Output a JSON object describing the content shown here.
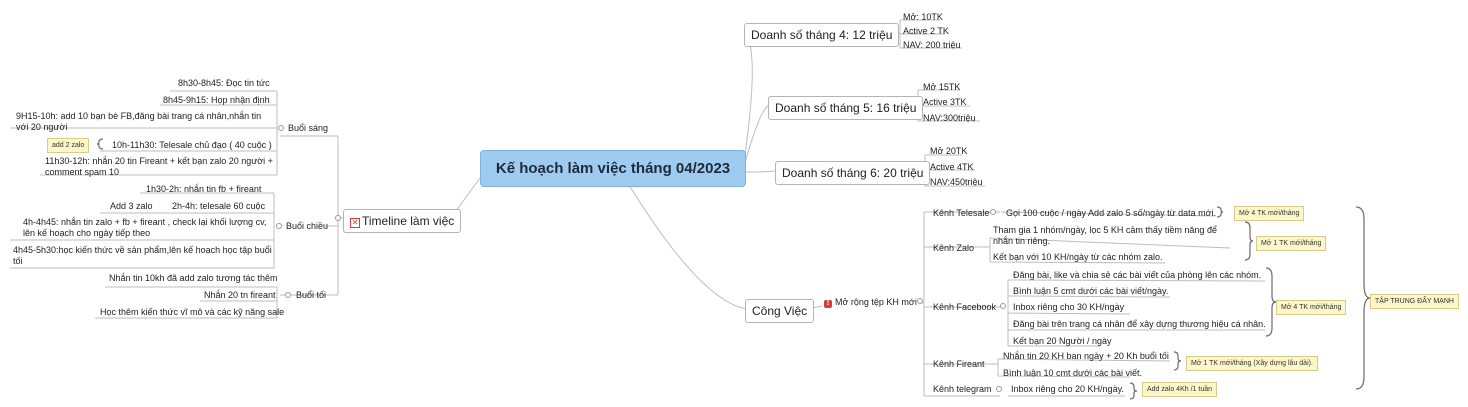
{
  "central": "Kế hoạch làm việc tháng 04/2023",
  "right": {
    "thang4": {
      "label": "Doanh số tháng 4: 12 triệu",
      "items": [
        "Mở: 10TK",
        "Active 2 TK",
        "NAV: 200 triệu"
      ]
    },
    "thang5": {
      "label": "Doanh số tháng 5: 16 triệu",
      "items": [
        "Mở 15TK",
        "Active 3TK",
        "NAV:300triệu"
      ]
    },
    "thang6": {
      "label": "Doanh số tháng 6: 20 triệu",
      "items": [
        "Mở 20TK",
        "Active 4TK",
        "NAV:450triệu"
      ]
    },
    "congviec": {
      "label": "Công Việc",
      "sub": "Mở rộng tệp KH mới",
      "telesale": {
        "label": "Kênh Telesale",
        "items": [
          "Gọi 100 cuộc / ngày  Add zalo 5 số/ngày từ data mới."
        ],
        "note": "Mở 4 TK mới/tháng"
      },
      "zalo": {
        "label": "Kênh Zalo",
        "items": [
          "Tham gia 1 nhóm/ngày, lọc 5 KH cảm thấy tiềm năng để nhắn tin riêng.",
          "Kết bạn với 10 KH/ngày từ các nhóm zalo."
        ],
        "note": "Mở 1 TK mới/tháng"
      },
      "facebook": {
        "label": "Kênh Facebook",
        "items": [
          "Đăng bài, like và chia sẻ các bài viết của phòng lên các nhóm.",
          "Bình luận 5 cmt dưới các bài viết/ngày.",
          "Inbox riêng cho 30 KH/ngày",
          "Đăng bài trên trang cá nhân để xây dựng thương hiệu cá nhân.",
          "Kết bạn 20 Người / ngày"
        ],
        "note": "Mở 4 TK mới/tháng"
      },
      "fireant": {
        "label": "Kênh Fireant",
        "items": [
          "Nhắn tin 20 KH ban ngày + 20 Kh buổi tối",
          "Bình luận 10 cmt dưới các bài viết."
        ],
        "note": "Mở 1 TK mới/tháng (Xây dựng lâu dài)."
      },
      "telegram": {
        "label": "Kênh telegram",
        "items": [
          "Inbox riêng cho 20 KH/ngày."
        ],
        "note": "Add zalo 4Kh /1 tuần"
      },
      "big_note": "TẬP TRUNG ĐẨY MẠNH"
    }
  },
  "left": {
    "timeline": "Timeline làm việc",
    "sang": {
      "label": "Buổi sáng",
      "items": [
        "8h30-8h45: Đọc tin tức",
        "8h45-9h15: Họp nhận định",
        "9H15-10h: add 10 bạn bè FB,đăng bài trang cá nhân,nhắn tin với 20 người",
        "10h-11h30: Telesale chủ đạo ( 40 cuộc )",
        "11h30-12h: nhắn 20 tin Fireant + kết bạn zalo 20 người + comment spam 10"
      ],
      "note": "add 2 zalo"
    },
    "chieu": {
      "label": "Buổi chiều",
      "items": [
        "1h30-2h: nhắn tin fb + fireant",
        "2h-4h: telesale 60 cuộc",
        "4h-4h45: nhắn tin zalo + fb + fireant , check lại khối lượng cv, lên kế hoạch cho ngày tiếp theo",
        "4h45-5h30:học kiến thức về sản phẩm,lên kế hoạch học tập buổi tối"
      ],
      "prefix": "Add 3 zalo"
    },
    "toi": {
      "label": "Buổi tối",
      "items": [
        "Nhắn tin 10kh đã add zalo  tương tác thêm",
        "Nhắn 20 tn fireant",
        "Học thêm kiến thức vĩ mô và các kỹ năng sale"
      ]
    }
  },
  "colors": {
    "central": "#9fcbf0",
    "note": "#fcf6c9",
    "line": "#b9b9b9",
    "icon": "#d83a3a"
  }
}
